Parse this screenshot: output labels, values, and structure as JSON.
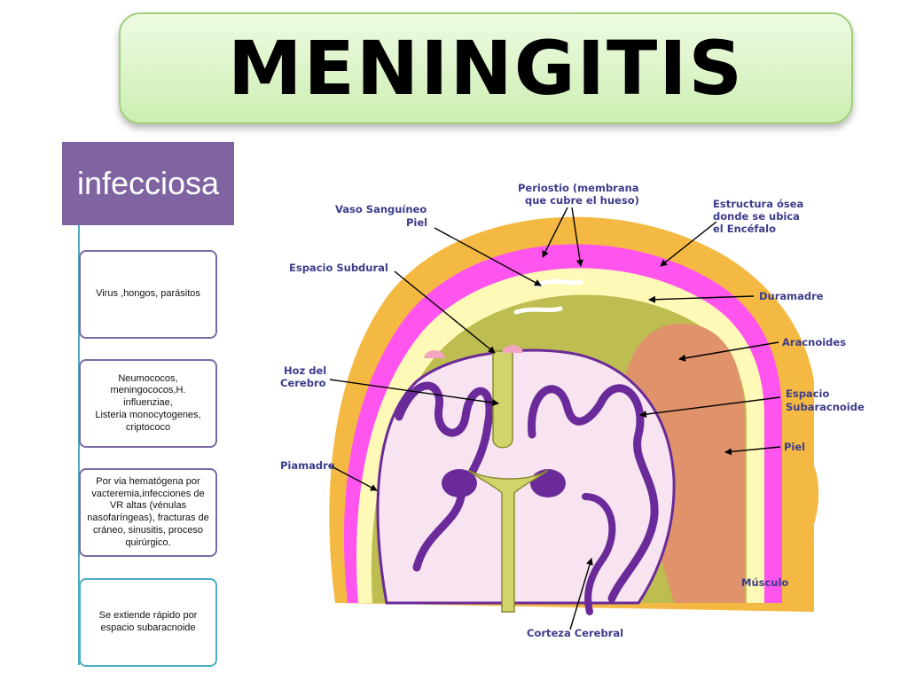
{
  "title": "MENINGITIS",
  "category": "infecciosa",
  "cards": [
    {
      "lines": [
        "Virus ,hongos, parásitos"
      ]
    },
    {
      "lines": [
        "Neumococos, meningococos,H. influenziae,",
        "Listeria monocytogenes, criptococo"
      ]
    },
    {
      "lines": [
        "Por via hematógena por vacteremia,infecciones de VR altas (vénulas nasofaríngeas), fracturas de cráneo, sinusitis, proceso quirúrgico."
      ]
    },
    {
      "lines": [
        "Se extiende rápido por espacio subaracnoide"
      ]
    }
  ],
  "diagram": {
    "labels": {
      "vaso": "Vaso Sanguíneo",
      "piel_top": "Piel",
      "periostio_1": "Periostio (membrana",
      "periostio_2": "que cubre el hueso)",
      "estructura_1": "Estructura ósea",
      "estructura_2": "donde se ubica",
      "estructura_3": "el Encéfalo",
      "subdural": "Espacio Subdural",
      "duramadre": "Duramadre",
      "hoz_1": "Hoz del",
      "hoz_2": "Cerebro",
      "aracnoides": "Aracnoides",
      "subaracnoide_1": "Espacio",
      "subaracnoide_2": "Subaracnoide",
      "piel_right": "Piel",
      "piamadre": "Piamadre",
      "musculo": "Músculo",
      "corteza": "Corteza Cerebral"
    },
    "colors": {
      "scalp": "#f4b942",
      "skin": "#ff55ee",
      "bone": "#fff9b8",
      "dura": "#bdbd52",
      "brain": "#f7e4f0",
      "gyri": "#6a2a99",
      "meat": "#e0926a",
      "ventricle": "#d1d46a",
      "label": "#3c3c8c"
    }
  }
}
